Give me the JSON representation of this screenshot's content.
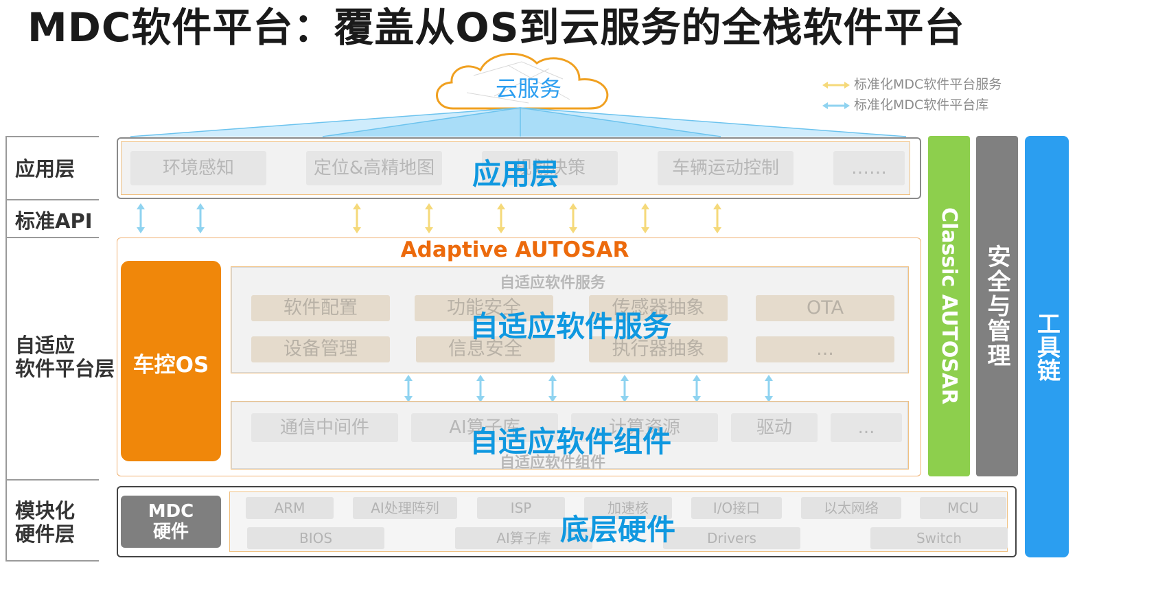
{
  "title": "MDC软件平台：覆盖从OS到云服务的全栈软件平台",
  "cloud": {
    "label": "云服务"
  },
  "legend": [
    {
      "label": "标准化MDC软件平台服务",
      "color": "#f5d97a"
    },
    {
      "label": "标准化MDC软件平台库",
      "color": "#8fd3f0"
    }
  ],
  "layers": {
    "app": "应用层",
    "api": "标准API",
    "adaptive": "自适应\n软件平台层",
    "hw": "模块化\n硬件层"
  },
  "app_layer": {
    "overlay": "应用层",
    "items": [
      "环境感知",
      "定位&高精地图",
      "规划决策",
      "车辆运动控制",
      "……"
    ]
  },
  "adaptive": {
    "title": "Adaptive AUTOSAR",
    "vehicle_os": "车控OS",
    "services": {
      "caption": "自适应软件服务",
      "overlay": "自适应软件服务",
      "row1": [
        "软件配置",
        "功能安全",
        "传感器抽象",
        "OTA"
      ],
      "row2": [
        "设备管理",
        "信息安全",
        "执行器抽象",
        "..."
      ]
    },
    "components": {
      "caption": "自适应软件组件",
      "overlay": "自适应软件组件",
      "items": [
        "通信中间件",
        "AI算子库",
        "计算资源",
        "驱动",
        "..."
      ]
    }
  },
  "hardware": {
    "mdc": "MDC\n硬件",
    "overlay": "底层硬件",
    "row1": [
      "ARM",
      "AI处理阵列",
      "ISP",
      "加速核",
      "I/O接口",
      "以太网络",
      "MCU"
    ],
    "row2": [
      "BIOS",
      "AI算子库",
      "Drivers",
      "Switch"
    ]
  },
  "side_bars": {
    "classic": "Classic AUTOSAR",
    "security": "安全与管理",
    "toolchain": "工具链"
  },
  "colors": {
    "orange": "#f0870a",
    "green": "#8dcf4d",
    "gray": "#808080",
    "blue": "#2b9ef0",
    "accent_blue": "#0f98e0"
  }
}
